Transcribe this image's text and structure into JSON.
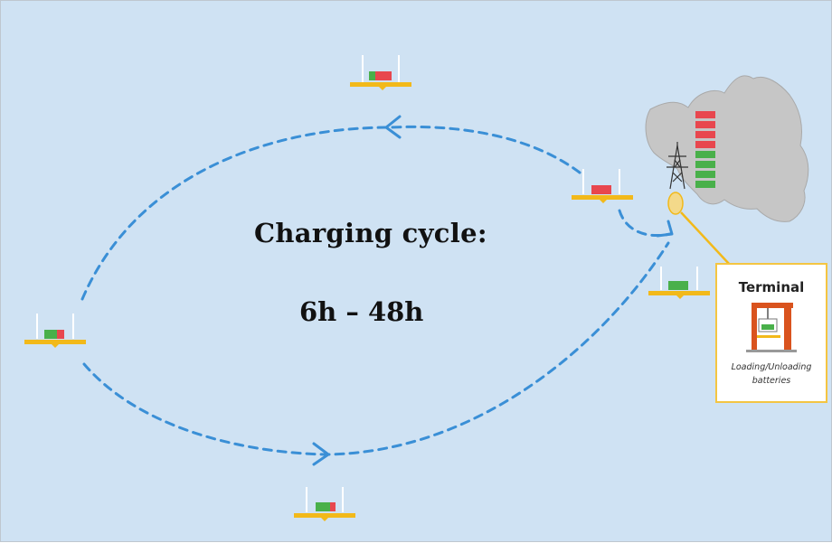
{
  "title": "Charging cycle:",
  "duration": "6h  – 48h",
  "terminal": {
    "title": "Terminal",
    "caption_line1": "Loading/Unloading",
    "caption_line2": "batteries"
  },
  "colors": {
    "sea": "#cfe2f3",
    "path": "#3a8fd6",
    "hull": "#f2b91a",
    "battery_charged": "#49b04a",
    "battery_depleted": "#e8474e",
    "island": "#c6c6c6",
    "terminal_border": "#f4c542",
    "crane": "#d9531e"
  },
  "icons": [
    "transmission-tower-icon",
    "crane-icon",
    "terminal-marker-icon",
    "arrow-icon"
  ]
}
